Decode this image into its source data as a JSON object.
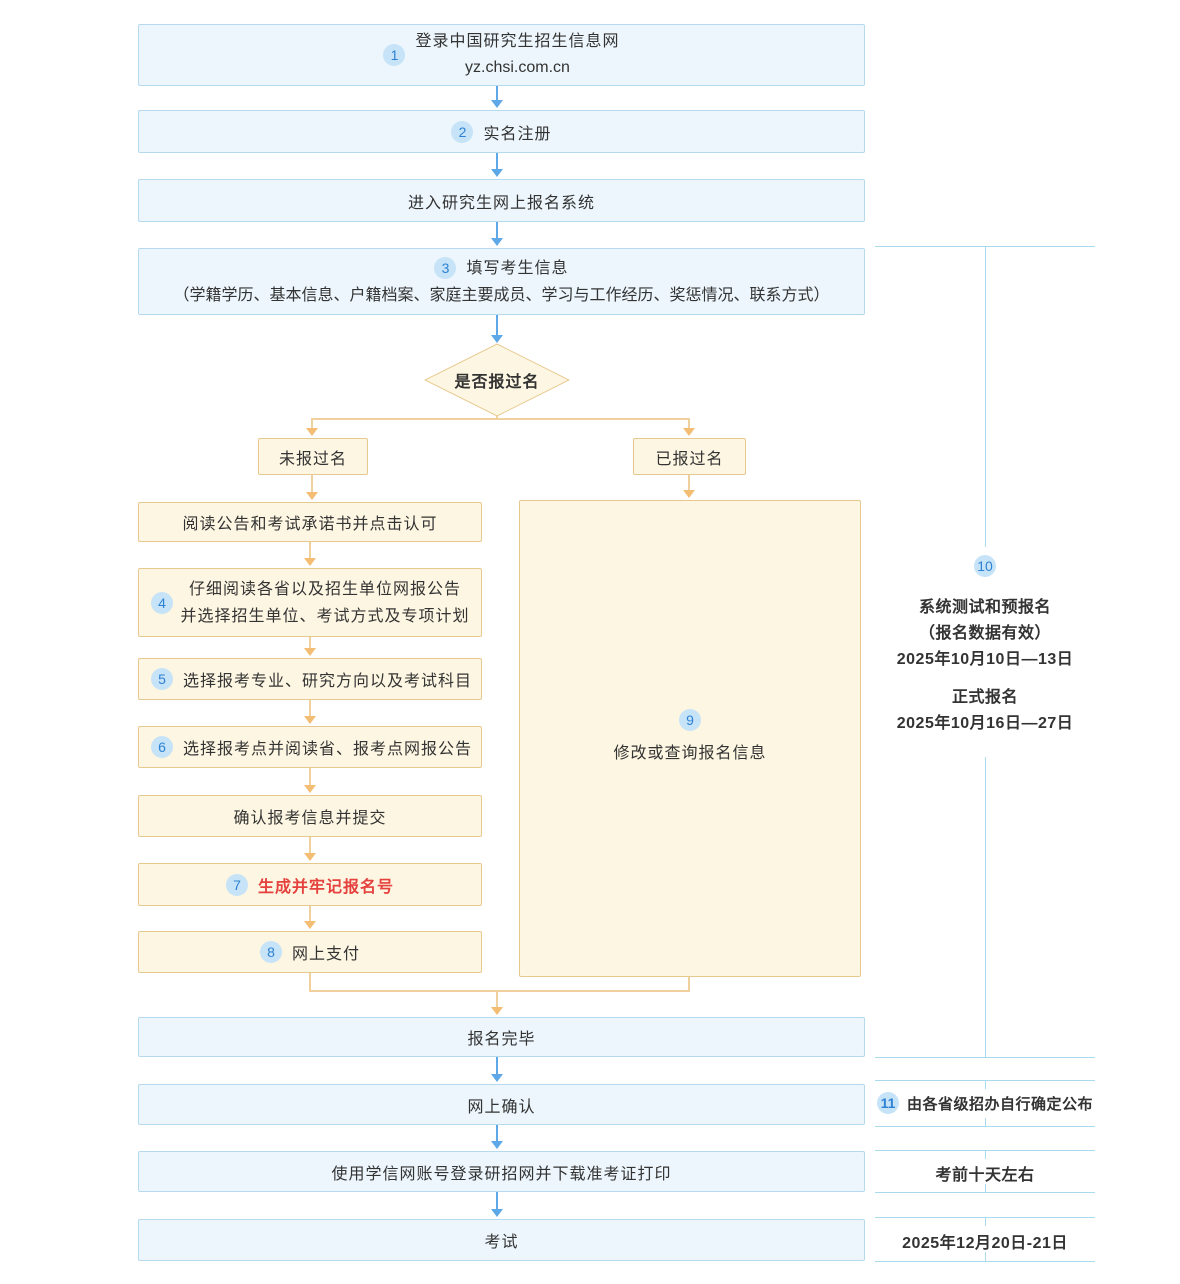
{
  "colors": {
    "blue_box_fill": "#ecf6fc",
    "blue_box_border": "#b5daee",
    "blue_arrow": "#5fa8e8",
    "orange_box_fill": "#fdf6e2",
    "orange_box_border": "#e7c990",
    "orange_line": "#f0d09c",
    "orange_arrow_head": "#f3bd73",
    "badge_fill": "#c6e3f8",
    "badge_text": "#2e82d3",
    "red_highlight": "#e5413e",
    "panel_line": "#a9dbee",
    "text": "#333333"
  },
  "main_flow": {
    "login": {
      "badge": "1",
      "title": "登录中国研究生招生信息网",
      "url": "yz.chsi.com.cn"
    },
    "register": {
      "badge": "2",
      "label": "实名注册"
    },
    "enter_system": {
      "label": "进入研究生网上报名系统"
    },
    "fill_info": {
      "badge": "3",
      "title": "填写考生信息",
      "detail": "（学籍学历、基本信息、户籍档案、家庭主要成员、学习与工作经历、奖惩情况、联系方式）"
    },
    "decision": {
      "label": "是否报过名"
    },
    "branch_not_registered": {
      "label": "未报过名"
    },
    "branch_registered": {
      "label": "已报过名"
    }
  },
  "left_branch": {
    "read_notice": {
      "label": "阅读公告和考试承诺书并点击认可"
    },
    "read_announcements": {
      "badge": "4",
      "line1": "仔细阅读各省以及招生单位网报公告",
      "line2": "并选择招生单位、考试方式及专项计划"
    },
    "choose_major": {
      "badge": "5",
      "label": "选择报考专业、研究方向以及考试科目"
    },
    "choose_site": {
      "badge": "6",
      "label": "选择报考点并阅读省、报考点网报公告"
    },
    "confirm_submit": {
      "label": "确认报考信息并提交"
    },
    "generate_number": {
      "badge": "7",
      "label": "生成并牢记报名号"
    },
    "pay_online": {
      "badge": "8",
      "label": "网上支付"
    }
  },
  "right_branch": {
    "modify_query": {
      "badge": "9",
      "label": "修改或查询报名信息"
    }
  },
  "bottom_flow": {
    "finish": {
      "label": "报名完毕"
    },
    "online_confirm": {
      "label": "网上确认"
    },
    "download_ticket": {
      "label": "使用学信网账号登录研招网并下载准考证打印"
    },
    "exam": {
      "label": "考试"
    }
  },
  "side_panel": {
    "schedule": {
      "badge": "10",
      "test_title": "系统测试和预报名",
      "test_note": "（报名数据有效）",
      "test_date": "2025年10月10日—13日",
      "formal_title": "正式报名",
      "formal_date": "2025年10月16日—27日"
    },
    "confirm_note": {
      "badge": "11",
      "label": "由各省级招办自行确定公布"
    },
    "ticket_note": {
      "label": "考前十天左右"
    },
    "exam_date": {
      "label": "2025年12月20日-21日"
    }
  }
}
